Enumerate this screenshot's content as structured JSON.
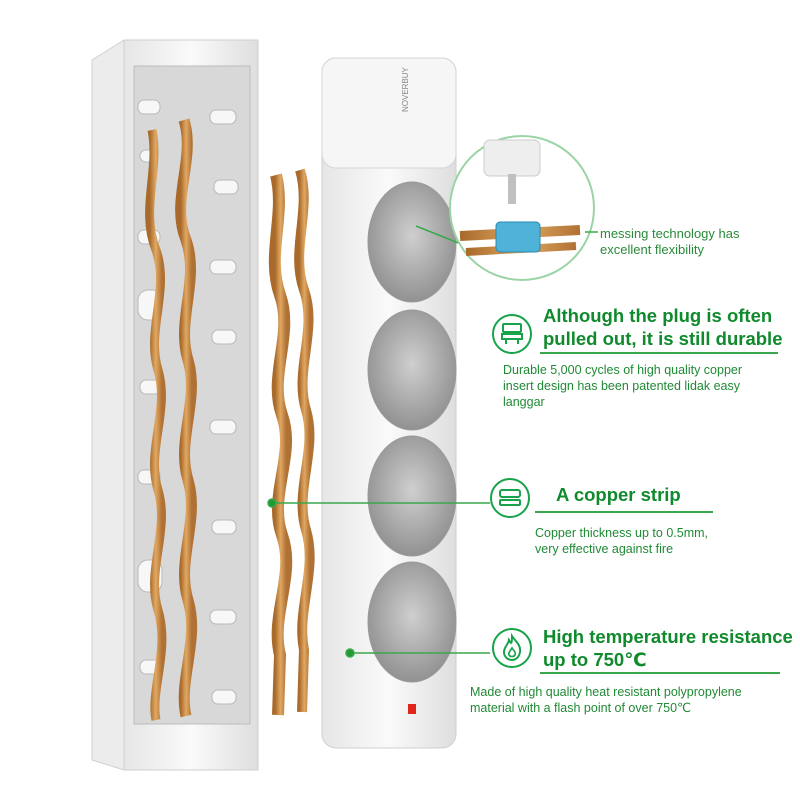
{
  "colors": {
    "accent_green": "#0f8a2c",
    "text_green": "#1f8a34",
    "copper": "#c88d43",
    "housing": "#f4f4f4"
  },
  "brand_mark": "NOVERBUY",
  "zoom_caption": {
    "text": "messing technology has excellent flexibility"
  },
  "features": [
    {
      "icon": "plug-socket-icon",
      "title_line1": "Although the plug is often",
      "title_line2": "pulled out, it is still durable",
      "desc_line1": "Durable 5,000 cycles of high quality copper",
      "desc_line2": "insert design has been patented lidak easy",
      "desc_line3": "langgar"
    },
    {
      "icon": "copper-strip-icon",
      "title_line1": "A copper strip",
      "desc_line1": "Copper thickness up to 0.5mm,",
      "desc_line2": "very effective against fire"
    },
    {
      "icon": "flame-icon",
      "title_line1": "High temperature resistance",
      "title_line2": "up to 750℃",
      "desc_line1": "Made of high quality heat resistant polypropylene",
      "desc_line2": "material with a flash point of over 750℃"
    }
  ]
}
